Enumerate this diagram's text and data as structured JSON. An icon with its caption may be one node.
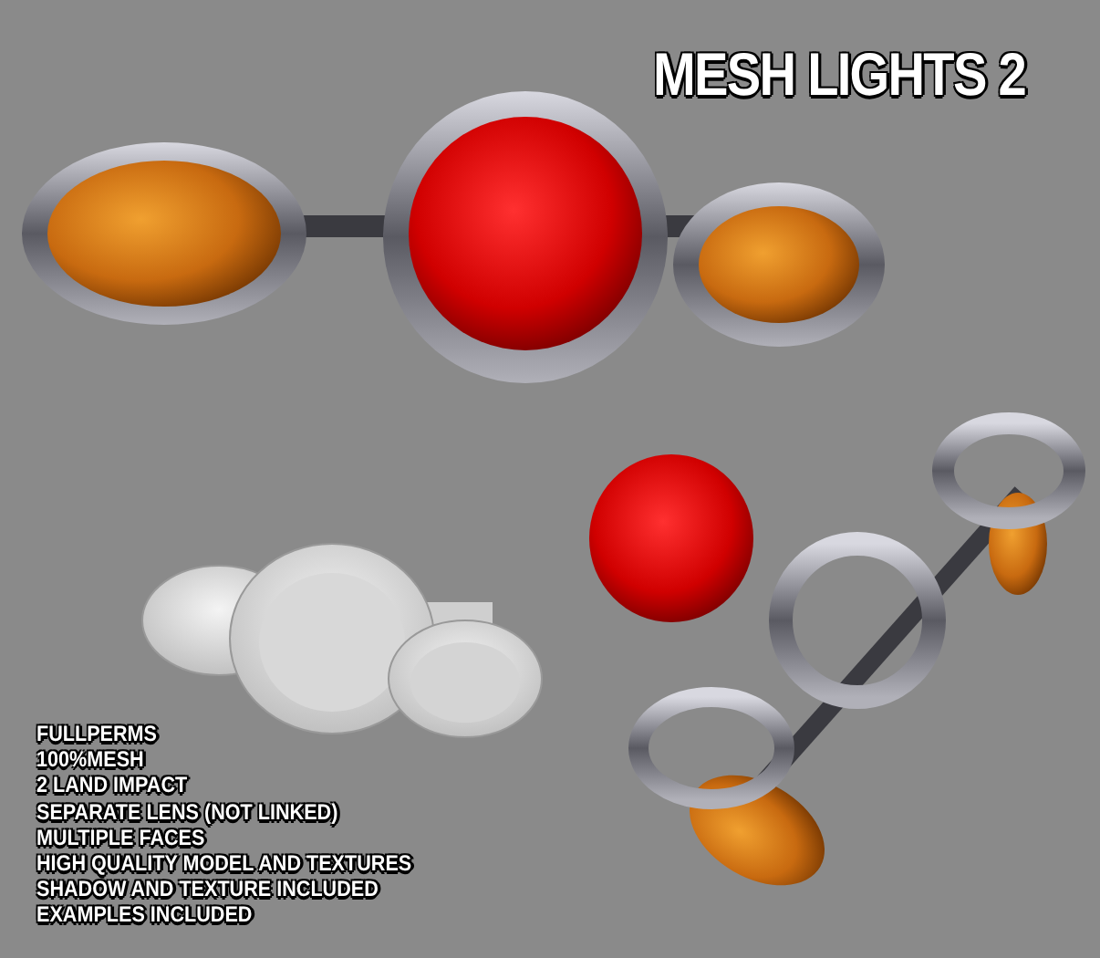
{
  "diagram": {
    "title": "MESH LIGHTS 2",
    "labels": [
      "FULLPERMS",
      "100%MESH",
      "2 LAND IMPACT",
      "SEPARATE LENS (NOT LINKED)",
      "MULTIPLE FACES",
      "HIGH QUALITY MODEL AND TEXTURES",
      "SHADOW AND TEXTURE INCLUDED",
      "EXAMPLES INCLUDED"
    ]
  }
}
